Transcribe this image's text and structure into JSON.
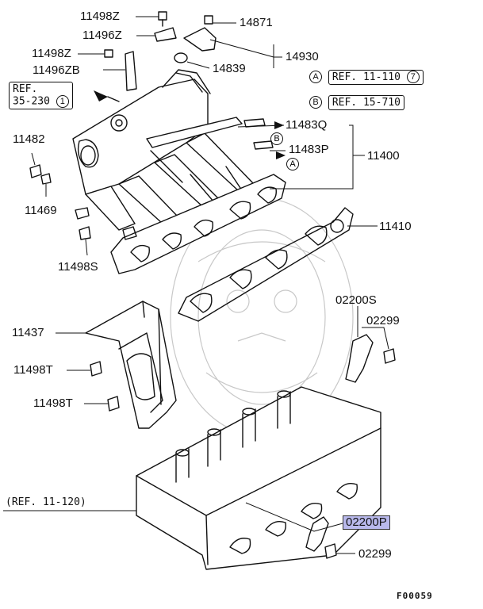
{
  "diagram": {
    "labels": {
      "p11498Z_a": "11498Z",
      "p11496Z": "11496Z",
      "p14871": "14871",
      "p11498Z_b": "11498Z",
      "p11496ZB": "11496ZB",
      "p14839": "14839",
      "p14930": "14930",
      "p11483Q": "11483Q",
      "p11483P": "11483P",
      "p11400": "11400",
      "p11482": "11482",
      "p11469": "11469",
      "p11410": "11410",
      "p11498S": "11498S",
      "p02200S": "02200S",
      "p02299_a": "02299",
      "p11437": "11437",
      "p11498T_a": "11498T",
      "p11498T_b": "11498T",
      "p02200P": "02200P",
      "p02299_b": "02299"
    },
    "refs": {
      "left_top": {
        "line1": "REF.",
        "line2": "35-230",
        "circle": "1"
      },
      "a": {
        "marker": "A",
        "text": "REF. 11-110",
        "circle": "7"
      },
      "b": {
        "marker": "B",
        "text": "REF. 15-710"
      },
      "head": "(REF. 11-120)"
    },
    "markers": {
      "a": "A",
      "b": "B"
    },
    "code": "F00059",
    "highlight_color": "#b9b9ec"
  }
}
